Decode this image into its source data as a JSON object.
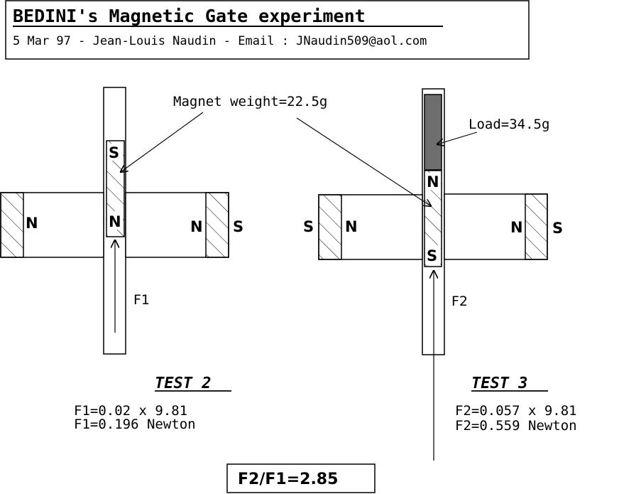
{
  "header": {
    "title": "BEDINI's Magnetic Gate experiment",
    "subtitle": "5 Mar 97 - Jean-Louis Naudin - Email : JNaudin509@aol.com"
  },
  "annotations": {
    "magnet_weight": "Magnet weight=22.5g",
    "load": "Load=34.5g"
  },
  "test2": {
    "title": "TEST 2",
    "force_label": "F1",
    "line1": "F1=0.02 x 9.81",
    "line2": "F1=0.196 Newton",
    "left_magnet_pole_outer": "N",
    "right_magnet_pole_inner": "N",
    "right_magnet_pole_outer": "S",
    "gate_magnet_top": "S",
    "gate_magnet_bottom": "N"
  },
  "test3": {
    "title": "TEST 3",
    "force_label": "F2",
    "line1": "F2=0.057 x 9.81",
    "line2": "F2=0.559 Newton",
    "left_magnet_pole_outer": "S",
    "left_magnet_pole_inner": "N",
    "right_magnet_pole_inner": "N",
    "right_magnet_pole_outer": "S",
    "gate_magnet_top": "N",
    "gate_magnet_bottom": "S"
  },
  "ratio": "F2/F1=2.85",
  "colors": {
    "line": "#000000",
    "load_fill": "#6e6e6e",
    "background": "#ffffff"
  }
}
